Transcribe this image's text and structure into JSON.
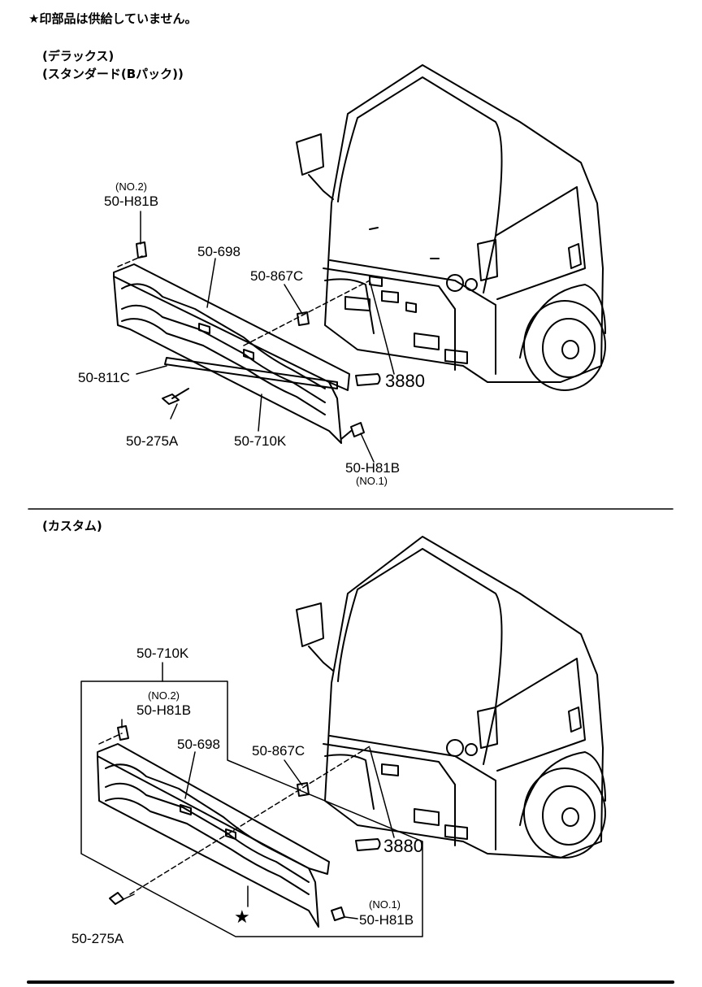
{
  "note": "印部品は供給していません。",
  "top": {
    "heading1": "(デラックス)",
    "heading2": "(スタンダード(Bパック))",
    "labels": {
      "h81b_no2_sub": "(NO.2)",
      "h81b_no2": "50-H81B",
      "grille": "50-698",
      "clip": "50-867C",
      "strip": "50-811C",
      "ref": "3880",
      "screw": "50-275A",
      "grille_assy": "50-710K",
      "h81b_no1": "50-H81B",
      "h81b_no1_sub": "(NO.1)"
    }
  },
  "bottom": {
    "heading": "(カスタム)",
    "labels": {
      "grille_assy": "50-710K",
      "h81b_no2_sub": "(NO.2)",
      "h81b_no2": "50-H81B",
      "grille": "50-698",
      "clip": "50-867C",
      "ref": "3880",
      "h81b_no1_sub": "(NO.1)",
      "h81b_no1": "50-H81B",
      "screw": "50-275A"
    }
  }
}
